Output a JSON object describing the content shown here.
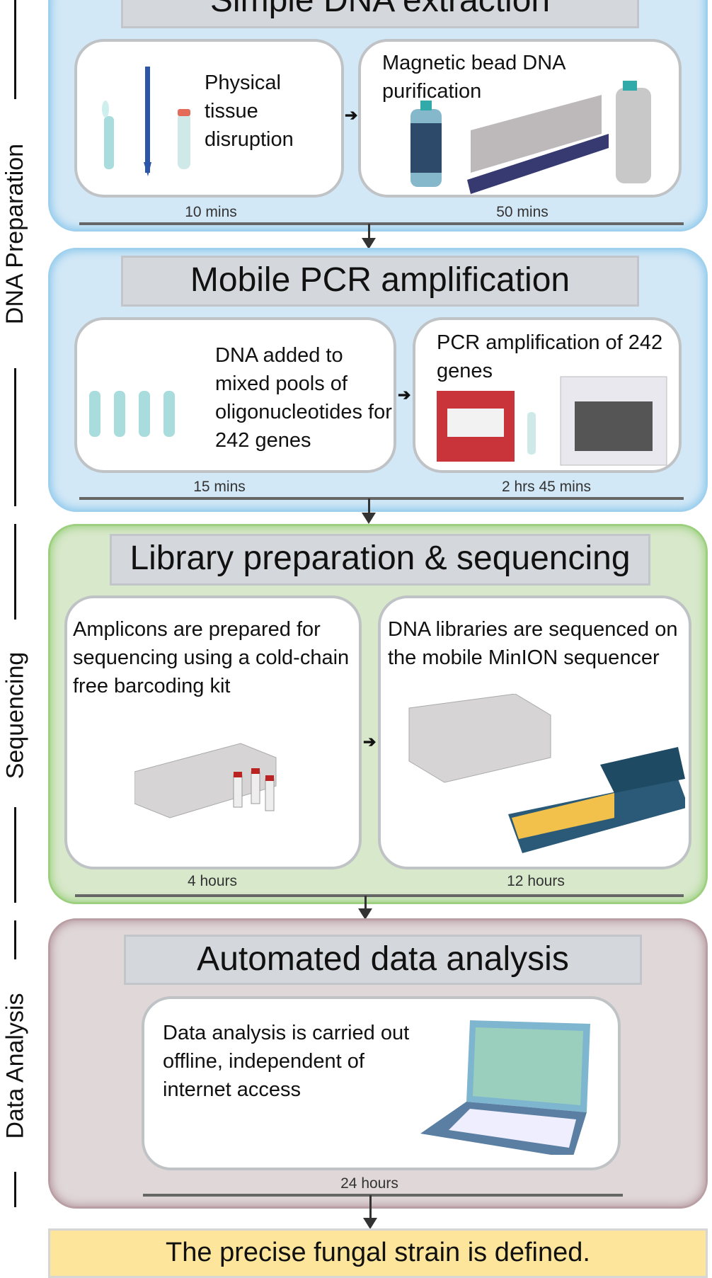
{
  "side_labels": {
    "prep": "DNA Preparation",
    "seq": "Sequencing",
    "analysis": "Data Analysis"
  },
  "stages": [
    {
      "title": "Simple DNA extraction",
      "steps": [
        {
          "text": "Physical tissue disruption",
          "time": "10 mins"
        },
        {
          "text": "Magnetic bead DNA purification",
          "time": "50 mins"
        }
      ]
    },
    {
      "title": "Mobile PCR amplification",
      "steps": [
        {
          "text": "DNA added to mixed pools of oligonucleotides for 242 genes",
          "time": "15 mins"
        },
        {
          "text": "PCR amplification of 242 genes",
          "time": "2 hrs 45 mins"
        }
      ]
    },
    {
      "title": "Library preparation & sequencing",
      "steps": [
        {
          "text": "Amplicons are prepared for sequencing using a cold-chain free barcoding kit",
          "time": "4 hours"
        },
        {
          "text": "DNA libraries are sequenced on the mobile MinION sequencer",
          "time": "12 hours"
        }
      ]
    },
    {
      "title": "Automated data analysis",
      "steps": [
        {
          "text": "Data analysis is carried out offline, independent of internet access",
          "time": "24 hours"
        }
      ]
    }
  ],
  "result": "The precise fungal strain is defined.",
  "colors": {
    "prep": "#d3e8f6",
    "seq": "#d8e8cb",
    "analysis": "#e0d7d9",
    "result": "#fde69c"
  }
}
